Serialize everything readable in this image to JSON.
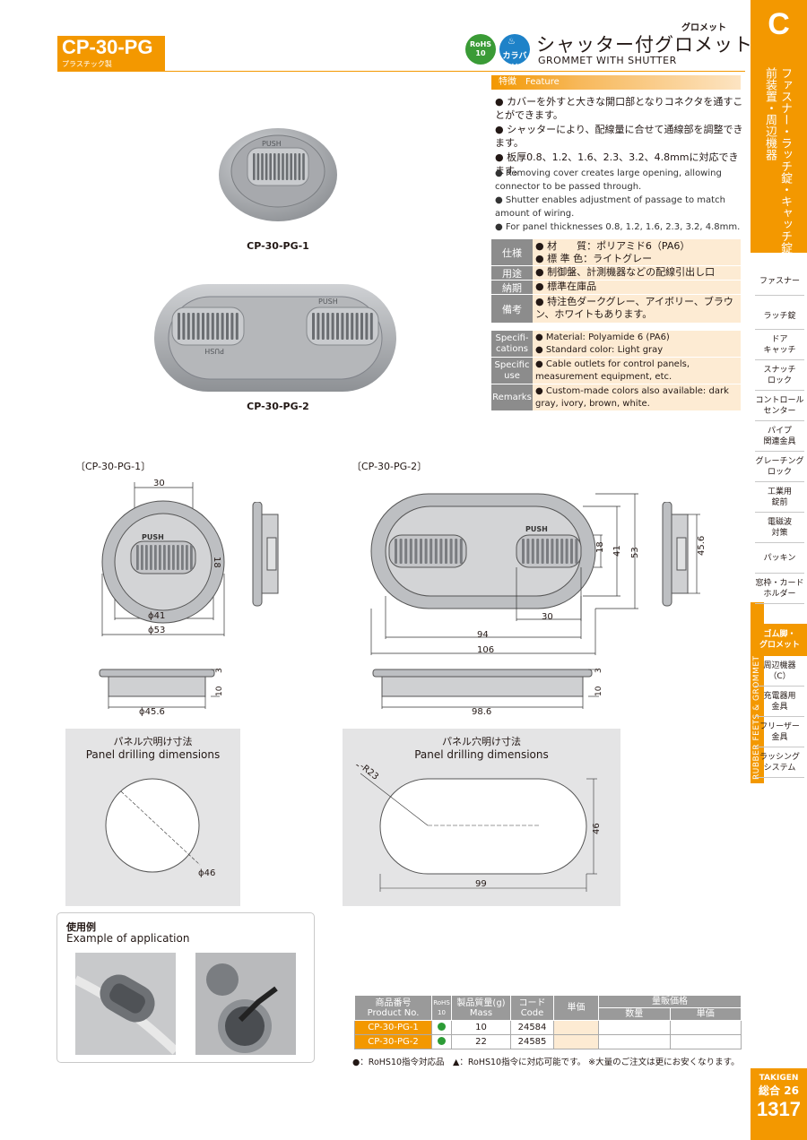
{
  "header": {
    "model": "CP-30-PG",
    "model_sub": "プラスチック製",
    "category_small": "グロメット",
    "title_jp": "シャッター付グロメット",
    "title_en": "GROMMET WITH SHUTTER",
    "badge_rohs": [
      "RoHS",
      "10"
    ],
    "badge_karabari": "カラバリ"
  },
  "sidebar": {
    "letter": "C",
    "vertical_title": "ファスナー・ラッチ錠・キャッチ錠前装置・周辺機器",
    "items": [
      "ファスナー",
      "ラッチ錠",
      "ドア\nキャッチ",
      "スナッチ\nロック",
      "コントロール\nセンター",
      "パイプ\n関連金具",
      "グレーチング\nロック",
      "工業用\n錠前",
      "電磁波\n対策",
      "パッキン",
      "窓枠・カード\nホルダー",
      "ゴム脚・\nグロメット",
      "周辺機器\n（C）",
      "充電器用\n金具",
      "フリーザー\n金具",
      "ラッシング\nシステム"
    ],
    "stripe_text": "RUBBER FEETS & GROMMETS",
    "footer_brand": "TAKIGEN",
    "footer_sub": "総合 26",
    "page_number": "1317"
  },
  "feature": {
    "bar": "特徴　Feature",
    "jp": [
      "カバーを外すと大きな開口部となりコネクタを通すことができます。",
      "シャッターにより、配線量に合せて通線部を調整できます。",
      "板厚0.8、1.2、1.6、2.3、3.2、4.8mmに対応できます。"
    ],
    "en": [
      "Removing cover creates large opening, allowing connector to be passed through.",
      "Shutter enables adjustment of passage to match amount of wiring.",
      "For panel thicknesses 0.8, 1.2, 1.6, 2.3, 3.2, 4.8mm."
    ]
  },
  "spec_jp": [
    {
      "label": "仕様",
      "lines": [
        "材　　質：ポリアミド6（PA6）",
        "標 準 色：ライトグレー"
      ]
    },
    {
      "label": "用途",
      "lines": [
        "制御盤、計測機器などの配線引出し口"
      ]
    },
    {
      "label": "納期",
      "lines": [
        "標準在庫品"
      ]
    },
    {
      "label": "備考",
      "lines": [
        "特注色ダークグレー、アイボリー、ブラウン、ホワイトもあります。"
      ]
    }
  ],
  "spec_en": [
    {
      "label": "Specifi-cations",
      "lines": [
        "Material: Polyamide 6 (PA6)",
        "Standard color: Light gray"
      ]
    },
    {
      "label": "Specific use",
      "lines": [
        "Cable outlets for control panels, measurement equipment, etc."
      ]
    },
    {
      "label": "Remarks",
      "lines": [
        "Custom-made colors also available: dark gray, ivory, brown, white."
      ]
    }
  ],
  "photos": {
    "pg1": "CP-30-PG-1",
    "pg2": "CP-30-PG-2",
    "push": "PUSH"
  },
  "drawings": {
    "pg1_label": "〔CP-30-PG-1〕",
    "pg2_label": "〔CP-30-PG-2〕",
    "d1": {
      "w": "30",
      "h": "18",
      "d41": "ϕ41",
      "d53": "ϕ53",
      "t3": "3",
      "t10": "10",
      "d456": "ϕ45.6"
    },
    "d2": {
      "h18": "18",
      "h41": "41",
      "h53": "53",
      "w30": "30",
      "w94": "94",
      "w106": "106",
      "side": "45.6",
      "t3": "3",
      "t10": "10",
      "w986": "98.6"
    },
    "panel_title_jp": "パネル穴明け寸法",
    "panel_title_en": "Panel drilling dimensions",
    "panel1_dim": "ϕ46",
    "panel2_r": "2-R23",
    "panel2_h": "46",
    "panel2_w": "99"
  },
  "application": {
    "title_jp": "使用例",
    "title_en": "Example of application"
  },
  "table": {
    "headers": {
      "pn_jp": "商品番号",
      "pn_en": "Product No.",
      "rohs": "RoHS",
      "rohs_n": "10",
      "mass_jp": "製品質量(g)",
      "mass_en": "Mass",
      "code_jp": "コード",
      "code_en": "Code",
      "unit_price": "単価",
      "bulk": "量販価格",
      "qty": "数量",
      "bulk_price": "単価"
    },
    "rows": [
      {
        "pn": "CP-30-PG-1",
        "mass": "10",
        "code": "24584"
      },
      {
        "pn": "CP-30-PG-2",
        "mass": "22",
        "code": "24585"
      }
    ],
    "legend": "●：RoHS10指令対応品　▲：RoHS10指令に対応可能です。 ※大量のご注文は更にお安くなります。"
  }
}
